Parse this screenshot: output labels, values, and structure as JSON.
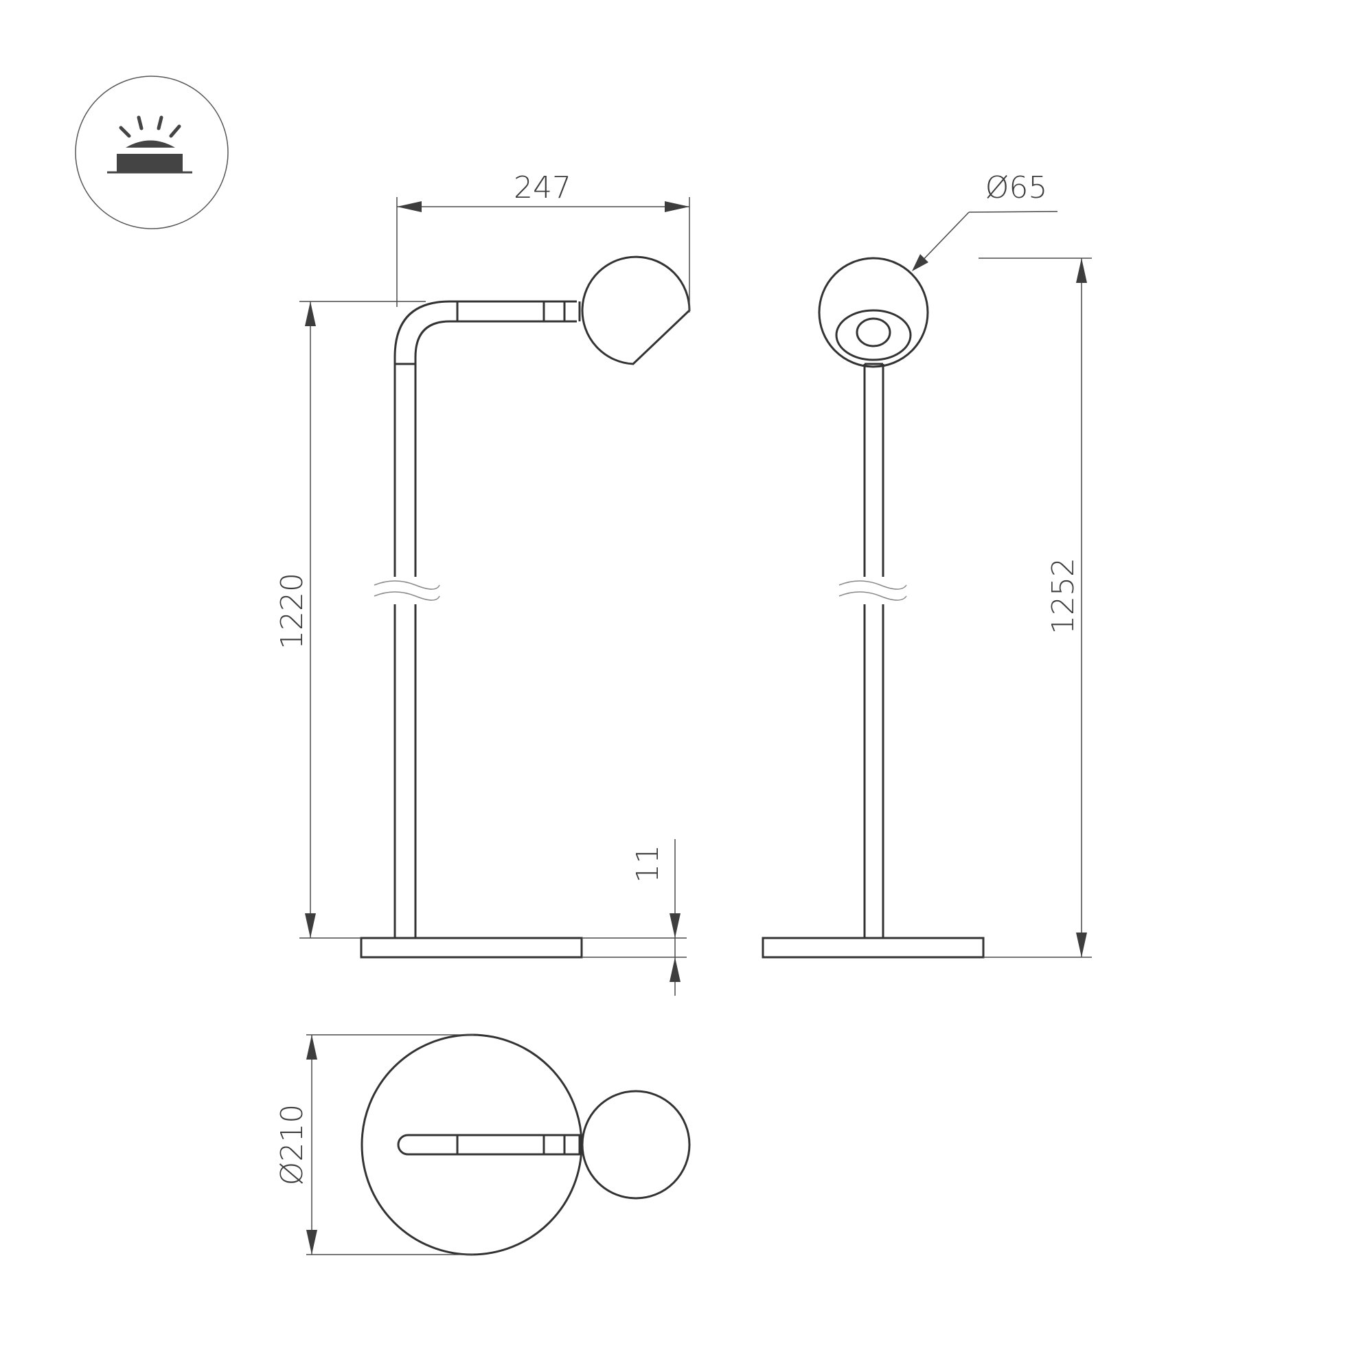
{
  "drawing": {
    "type": "technical dimension drawing",
    "subject": "floor lamp",
    "units": "mm",
    "line_color": "#333333",
    "background": "#ffffff"
  },
  "icon": {
    "name": "surface-mounted-light-icon",
    "description": "light fixture with rays in a circle"
  },
  "views": {
    "side": {
      "name": "side view",
      "dimensions": {
        "width": "247",
        "height": "1220",
        "base_thickness": "11"
      }
    },
    "front": {
      "name": "front view",
      "dimensions": {
        "head_diameter": "Ø65",
        "total_height": "1252"
      }
    },
    "top": {
      "name": "top view",
      "dimensions": {
        "base_diameter": "Ø210"
      }
    }
  }
}
